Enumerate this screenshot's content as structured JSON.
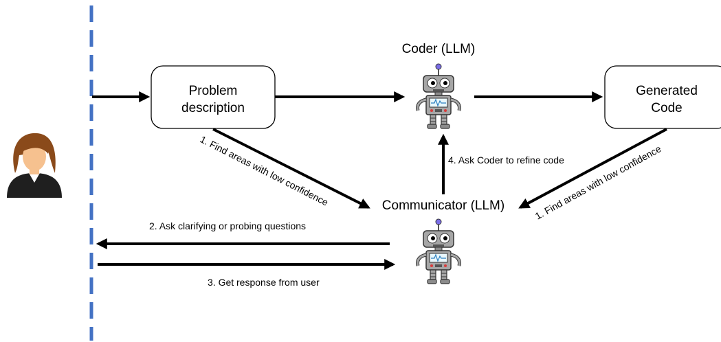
{
  "nodes": {
    "problem_description": [
      "Problem",
      "description"
    ],
    "generated_code": [
      "Generated",
      "Code"
    ],
    "coder": "Coder (LLM)",
    "communicator": "Communicator (LLM)"
  },
  "edges": {
    "find_areas_problem": "1. Find areas with low confidence",
    "find_areas_code": "1. Find areas with low confidence",
    "ask_questions": "2. Ask clarifying or probing questions",
    "get_response": "3. Get response from user",
    "ask_refine": "4. Ask Coder to refine code"
  },
  "colors": {
    "divider": "#4472c4",
    "arrow": "#000000",
    "robot_body": "#a6a6a6",
    "robot_screen": "#e9f7fb",
    "robot_antenna": "#7b6ee8",
    "user_hair": "#8a4a1a",
    "user_skin": "#f6c18f",
    "user_suit": "#1f1f1f"
  },
  "icons": {
    "user": "user-avatar-icon",
    "coder": "robot-icon",
    "communicator": "robot-icon"
  }
}
